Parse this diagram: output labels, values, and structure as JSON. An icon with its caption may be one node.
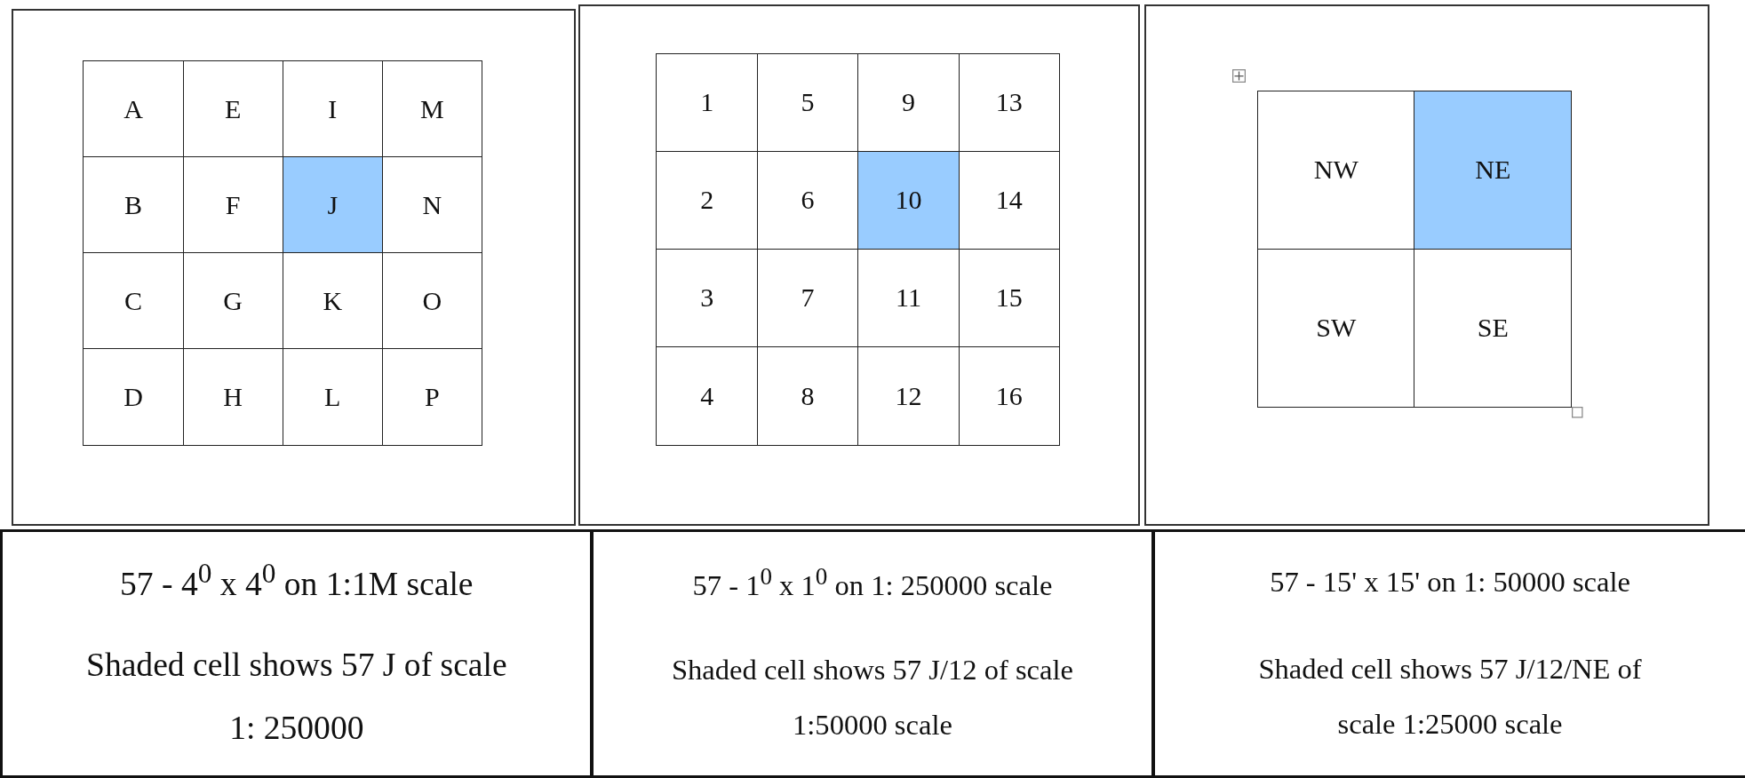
{
  "diagram": {
    "nodes": [
      {
        "text": [],
        "shape": "box"
      },
      {
        "text": [
          "A"
        ],
        "in": 0
      },
      {
        "text": [
          "E"
        ],
        "in": 0
      },
      {
        "text": [
          "I"
        ],
        "in": 0
      },
      {
        "text": [
          "M"
        ],
        "in": 0
      },
      {
        "text": [
          "B"
        ],
        "in": 0
      },
      {
        "text": [
          "F"
        ],
        "in": 0
      },
      {
        "text": [
          "J"
        ],
        "in": 0
      },
      {
        "text": [
          "N"
        ],
        "in": 0
      },
      {
        "text": [
          "C"
        ],
        "in": 0
      },
      {
        "text": [
          "G"
        ],
        "in": 0
      },
      {
        "text": [
          "K"
        ],
        "in": 0
      },
      {
        "text": [
          "O"
        ],
        "in": 0
      },
      {
        "text": [
          "D"
        ],
        "in": 0
      },
      {
        "text": [
          "H"
        ],
        "in": 0
      },
      {
        "text": [
          "L"
        ],
        "in": 0
      },
      {
        "text": [
          "P"
        ],
        "in": 0
      },
      {
        "text": [],
        "shape": "box"
      },
      {
        "text": [
          "1"
        ],
        "in": 17
      },
      {
        "text": [
          "5"
        ],
        "in": 17
      },
      {
        "text": [
          "9"
        ],
        "in": 17
      },
      {
        "text": [
          "13"
        ],
        "in": 17
      },
      {
        "text": [
          "2"
        ],
        "in": 17
      },
      {
        "text": [
          "6"
        ],
        "in": 17
      },
      {
        "text": [
          "10"
        ],
        "in": 17
      },
      {
        "text": [
          "14"
        ],
        "in": 17
      },
      {
        "text": [
          "3"
        ],
        "in": 17
      },
      {
        "text": [
          "7"
        ],
        "in": 17
      },
      {
        "text": [
          "11"
        ],
        "in": 17
      },
      {
        "text": [
          "15"
        ],
        "in": 17
      },
      {
        "text": [
          "4"
        ],
        "in": 17
      },
      {
        "text": [
          "8"
        ],
        "in": 17
      },
      {
        "text": [
          "12"
        ],
        "in": 17
      },
      {
        "text": [
          "16"
        ],
        "in": 17
      },
      {
        "text": [],
        "shape": "box"
      },
      {
        "text": [
          "NW"
        ],
        "in": 34
      },
      {
        "text": [
          "NE"
        ],
        "in": 34
      },
      {
        "text": [
          "SW"
        ],
        "in": 34
      },
      {
        "text": [
          "SE"
        ],
        "in": 34
      },
      {
        "text": [
          "57 - 4$^{0}$ x 4$^{0}$ on 1:1M scale",
          "Shaded cell shows 57 J of scale 1: 250000"
        ]
      },
      {
        "text": [
          "57 - 1$^{0}$ x 1$^{0}$ on 1: 250000 scale",
          "Shaded cell shows 57 J/12 of scale 1:50000 scale"
        ]
      },
      {
        "text": [
          "57 - 15'  x 15' on 1: 50000 scale",
          "Shaded cell shows 57 J/12/NE of scale 1:25000 scale"
        ]
      }
    ],
    "edges": []
  }
}
